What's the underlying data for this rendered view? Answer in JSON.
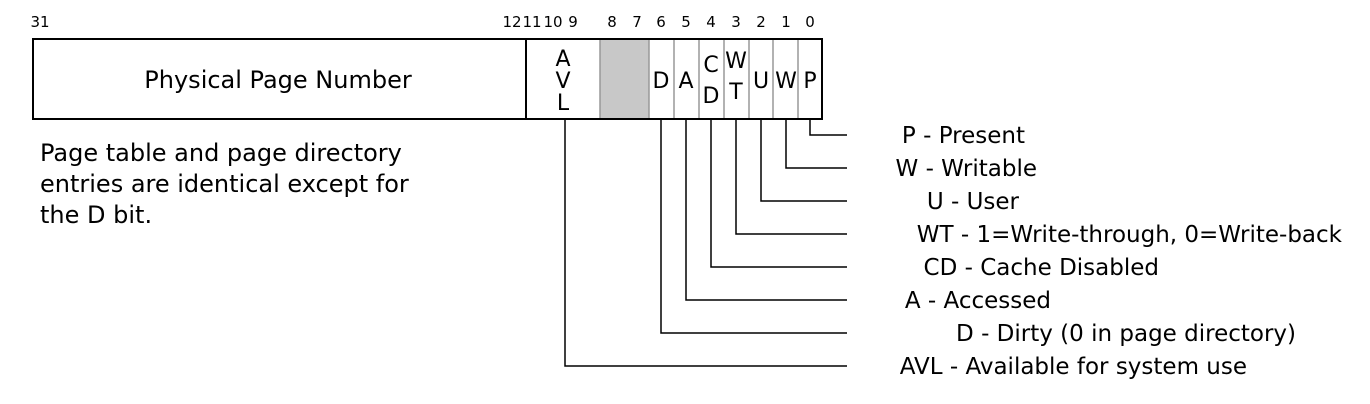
{
  "entry": {
    "bit_numbers": {
      "b31": "31",
      "b12": "12",
      "b11": "11",
      "b10": "10",
      "b9": "9",
      "b8": "8",
      "b7": "7",
      "b6": "6",
      "b5": "5",
      "b4": "4",
      "b3": "3",
      "b2": "2",
      "b1": "1",
      "b0": "0"
    },
    "fields": {
      "ppn": "Physical Page Number",
      "avl": [
        "A",
        "V",
        "L"
      ],
      "d": "D",
      "a": "A",
      "cd": [
        "C",
        "D"
      ],
      "wt": [
        "W",
        "T"
      ],
      "u": "U",
      "w": "W",
      "p": "P"
    },
    "reserved_fill": "#c8c8c8"
  },
  "legend": [
    "P - Present",
    "W - Writable",
    "U - User",
    "WT - 1=Write-through, 0=Write-back",
    "CD - Cache Disabled",
    "A - Accessed",
    "D - Dirty (0 in page directory)",
    "AVL - Available for system use"
  ],
  "note": [
    "Page table and page directory",
    "entries are identical except for",
    "the D bit."
  ]
}
